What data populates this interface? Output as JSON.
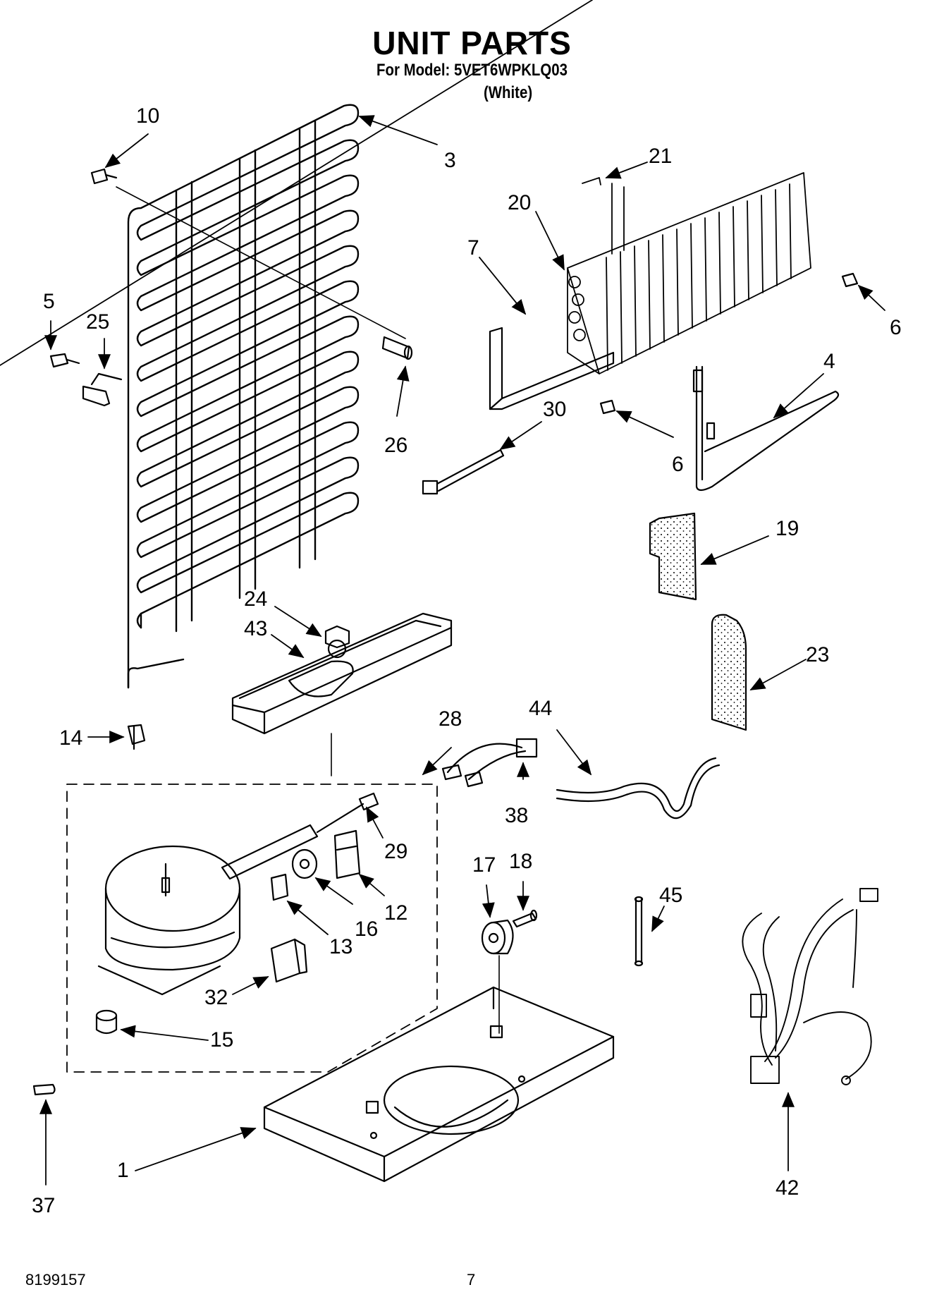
{
  "header": {
    "title": "UNIT PARTS",
    "model_line": "For Model: 5VET6WPKLQ03",
    "color": "(White)"
  },
  "callouts": [
    "1",
    "3",
    "4",
    "5",
    "6",
    "6",
    "7",
    "10",
    "12",
    "13",
    "14",
    "15",
    "16",
    "17",
    "18",
    "19",
    "20",
    "21",
    "23",
    "24",
    "25",
    "26",
    "28",
    "29",
    "30",
    "32",
    "37",
    "38",
    "42",
    "43",
    "44",
    "45"
  ],
  "footer": {
    "part_number": "8199157",
    "page": "7"
  }
}
